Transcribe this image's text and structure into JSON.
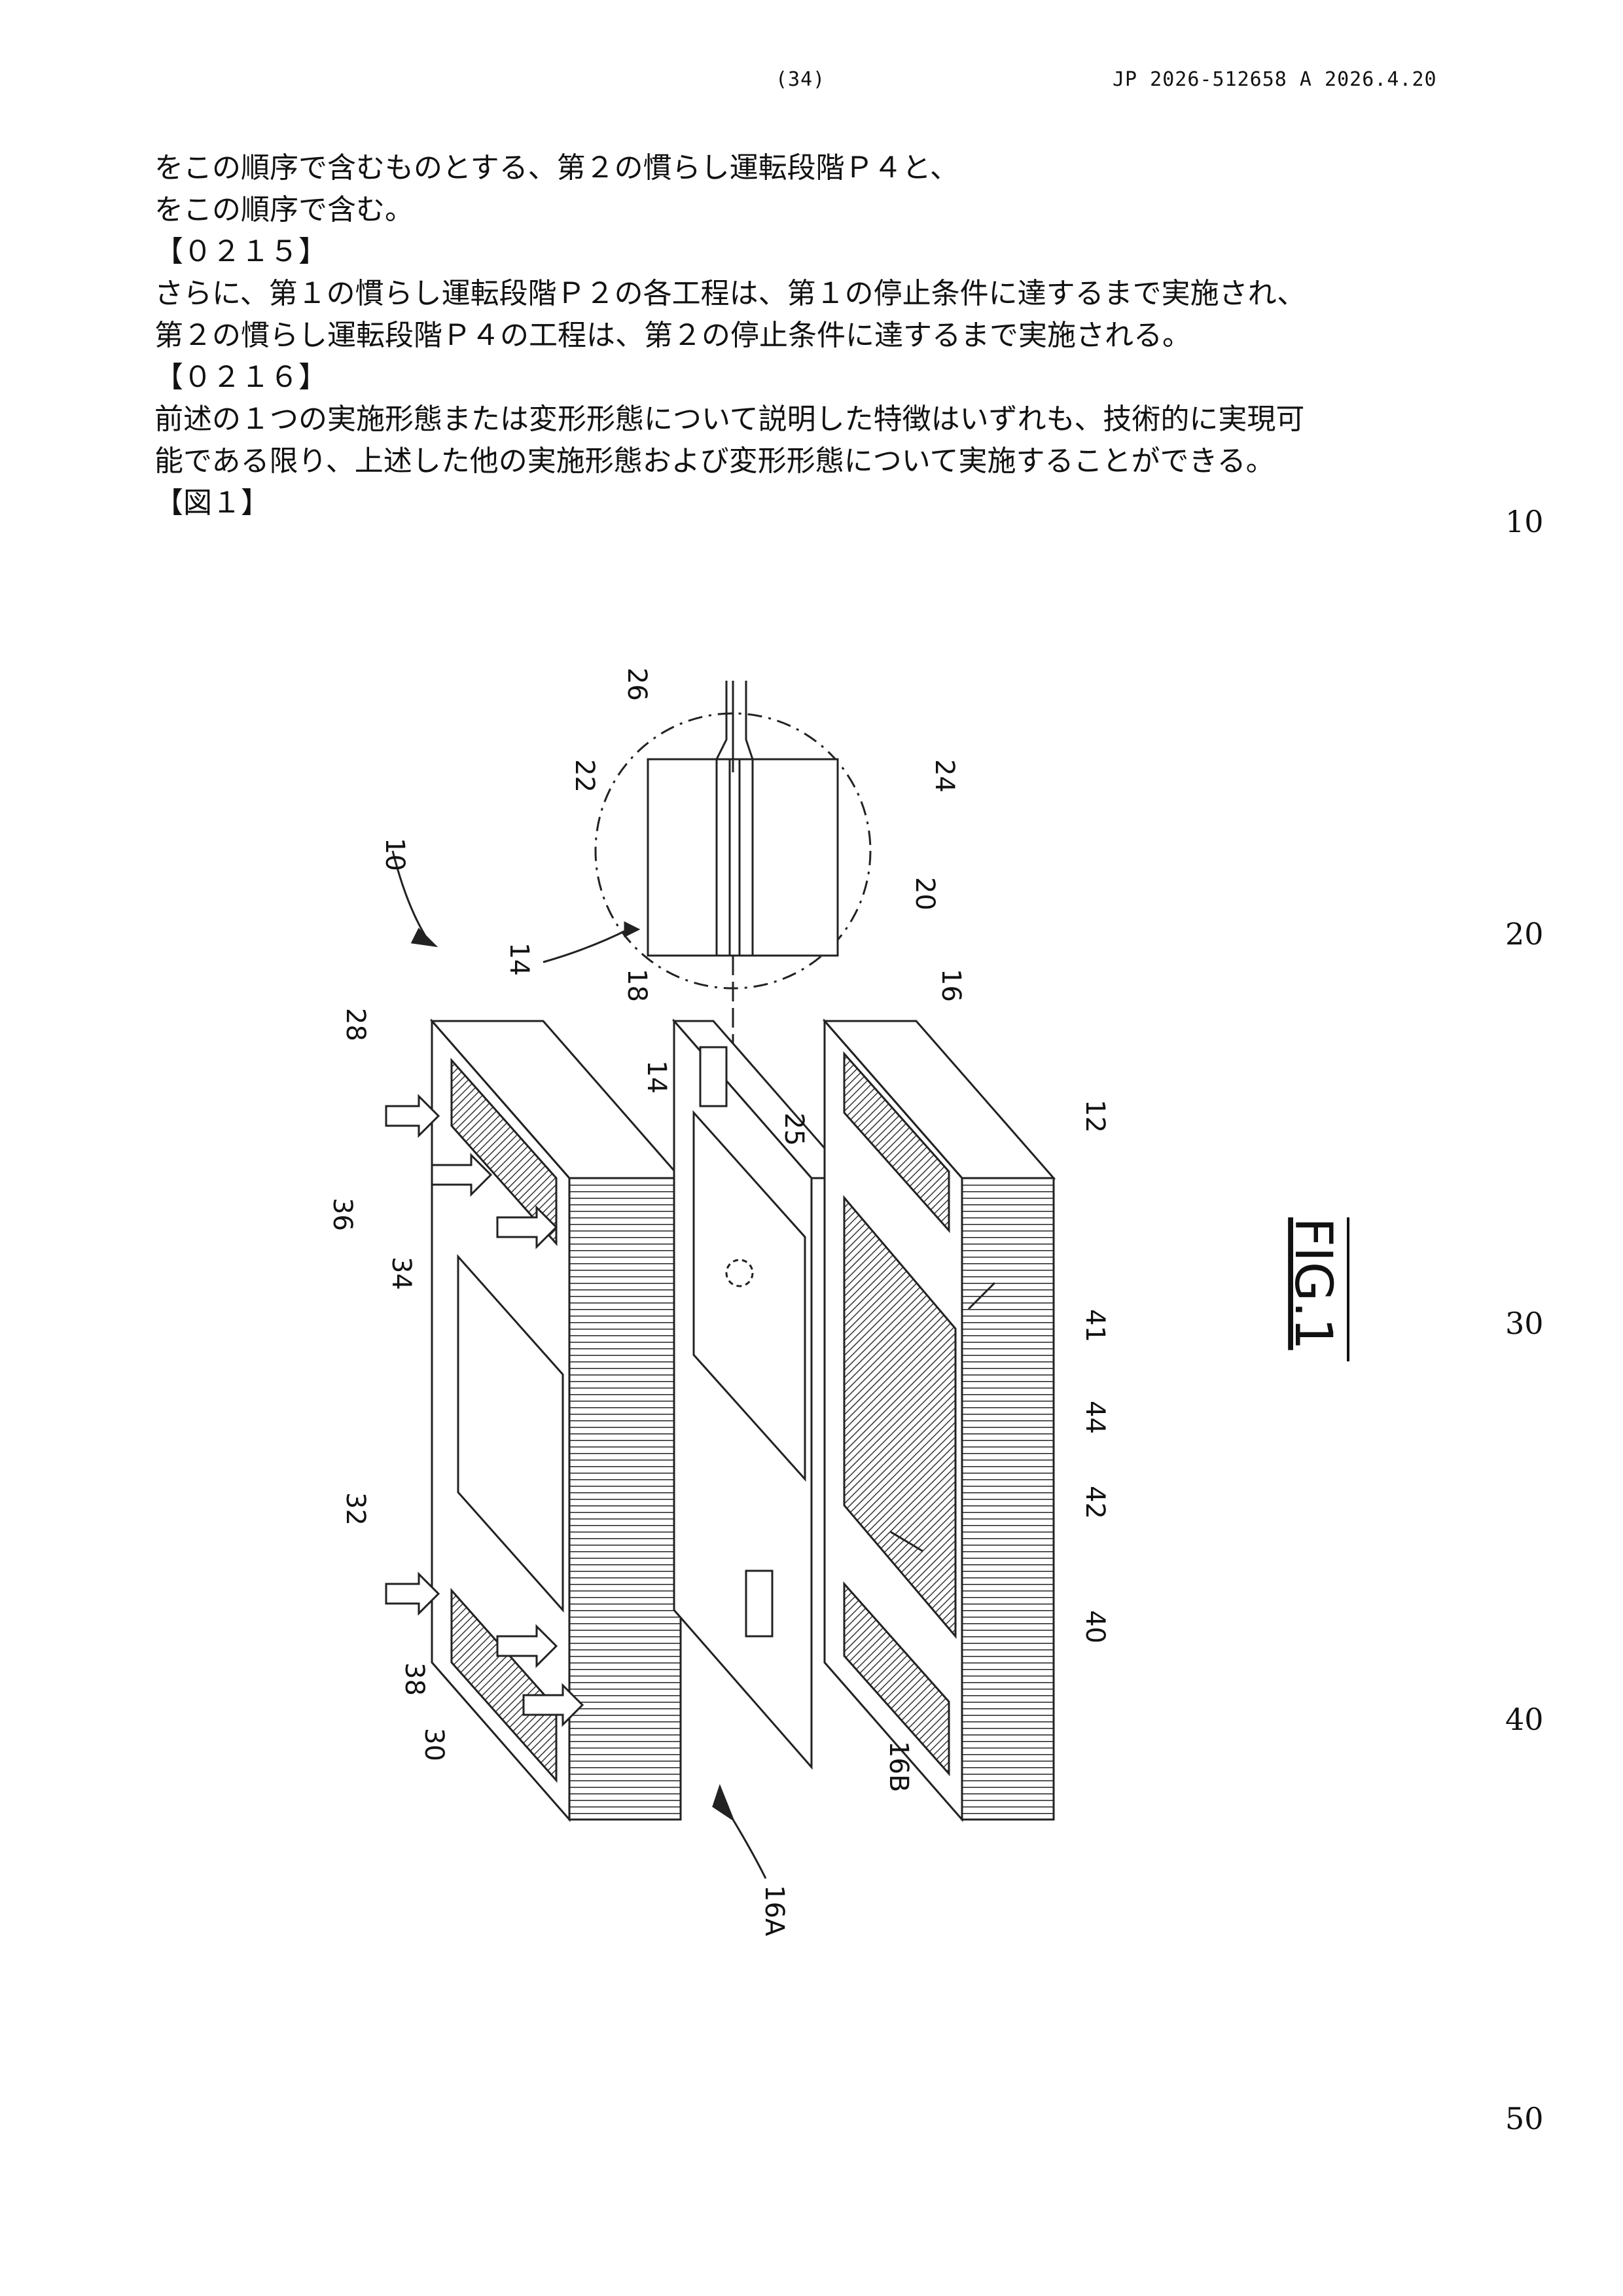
{
  "header": {
    "page_number": "(34)",
    "publication": "JP  2026-512658  A  2026.4.20"
  },
  "body": {
    "lines": [
      "をこの順序で含むものとする、第２の慣らし運転段階Ｐ４と、",
      "をこの順序で含む。",
      "【０２１５】",
      "さらに、第１の慣らし運転段階Ｐ２の各工程は、第１の停止条件に達するまで実施され、",
      "第２の慣らし運転段階Ｐ４の工程は、第２の停止条件に達するまで実施される。",
      "【０２１６】",
      "前述の１つの実施形態または変形形態について説明した特徴はいずれも、技術的に実現可",
      "能である限り、上述した他の実施形態および変形形態について実施することができる。",
      "【図１】"
    ]
  },
  "margin_numbers": [
    "10",
    "20",
    "30",
    "40",
    "50"
  ],
  "figure": {
    "caption": "FIG.1",
    "labels": [
      "10",
      "26",
      "22",
      "24",
      "20",
      "14",
      "18",
      "16",
      "28",
      "14",
      "12",
      "25",
      "36",
      "34",
      "41",
      "44",
      "42",
      "32",
      "40",
      "38",
      "30",
      "16B",
      "16A"
    ]
  }
}
